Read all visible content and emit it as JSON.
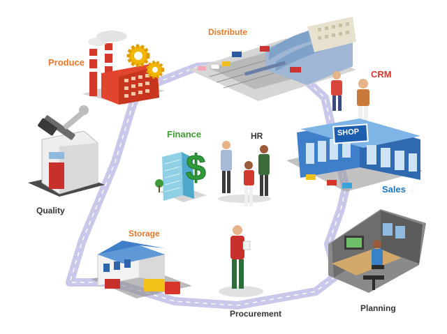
{
  "labels": {
    "produce": "Produce",
    "distribute": "Distribute",
    "crm": "CRM",
    "quality": "Quality",
    "finance": "Finance",
    "hr": "HR",
    "shop_sign": "SHOP",
    "sales": "Sales",
    "storage": "Storage",
    "planning": "Planning",
    "procurement": "Procurement"
  },
  "colors": {
    "road": "#c9c7ea",
    "road_line": "#ffffff",
    "produce": "#e8792a",
    "crm": "#d9362b",
    "finance": "#3f9a2f",
    "sales": "#1a78c2",
    "dark_label": "#333333"
  },
  "icons": [
    "factory-icon",
    "gear-icon",
    "distribution-yard-icon",
    "crm-people-icon",
    "quality-tools-icon",
    "finance-dollar-icon",
    "hr-people-icon",
    "shop-icon",
    "storage-warehouse-icon",
    "procurement-worker-icon",
    "planning-desk-icon"
  ]
}
